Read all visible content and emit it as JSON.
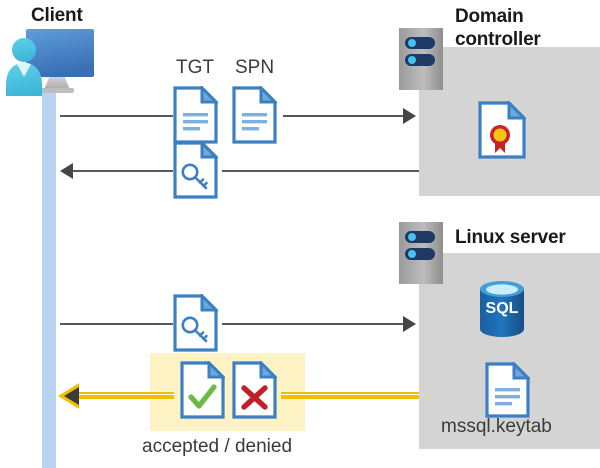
{
  "diagram": {
    "title_client": "Client",
    "title_domain_controller": "Domain controller",
    "title_linux_server": "Linux server",
    "label_tgt": "TGT",
    "label_spn": "SPN",
    "label_keytab": "mssql.keytab",
    "label_result": "accepted / denied",
    "icons": {
      "client": "user-computer-icon",
      "server_rack": "server-rack-icon",
      "tgt_doc": "document-icon",
      "spn_doc": "document-icon",
      "key_doc_1": "document-key-icon",
      "key_doc_2": "document-key-icon",
      "certificate": "certificate-document-icon",
      "sql_db": "sql-database-icon",
      "keytab_doc": "document-icon",
      "accepted_doc": "document-check-icon",
      "denied_doc": "document-x-icon"
    },
    "sql_text": "SQL",
    "colors": {
      "accent_blue": "#3b7fc4",
      "lifeline": "#b8d4f0",
      "panel_gray": "#d4d4d4",
      "highlight_yellow": "#fcf2c4",
      "arrow_yellow": "#f0c000",
      "arrow_gray": "#454545",
      "check_green": "#6cbb45",
      "cross_red": "#c02128",
      "cert_gold": "#f5c518",
      "cert_red": "#cc2027",
      "server_navy": "#1f3864",
      "sql_blue": "#1b64a6"
    }
  }
}
